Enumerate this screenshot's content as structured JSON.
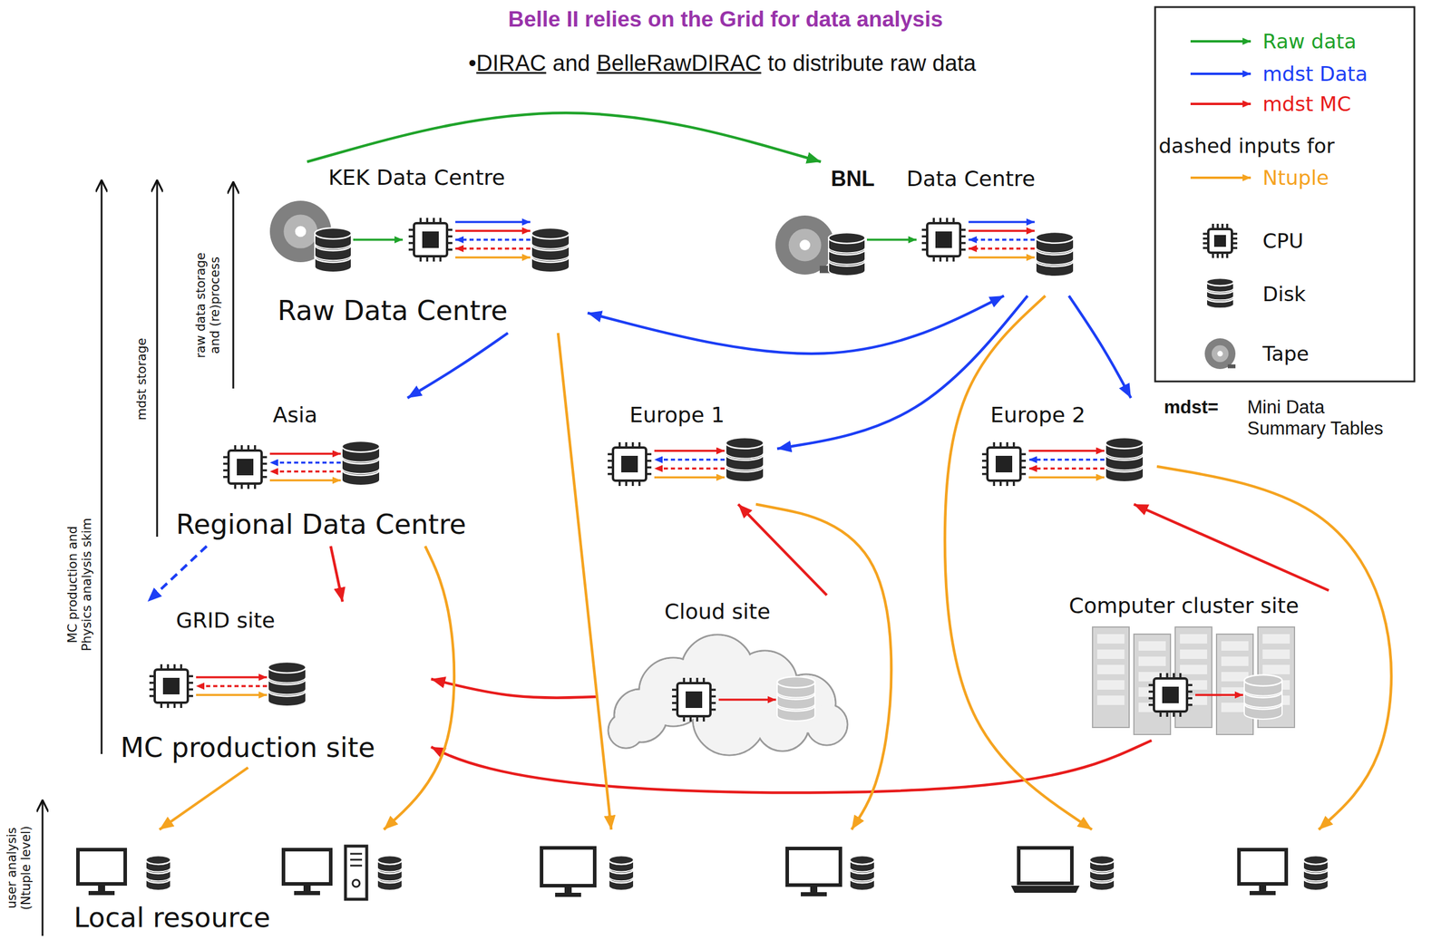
{
  "diagram": {
    "title": "Belle II relies on the Grid for data analysis",
    "nodes": [
      {
        "text": [
          "KEK Data Centre",
          "Raw Data Centre"
        ]
      },
      {
        "text": [
          "BNL",
          "Data Centre"
        ]
      },
      {
        "text": [
          "Asia",
          "Regional Data Centre"
        ]
      },
      {
        "text": [
          "Europe 1"
        ]
      },
      {
        "text": [
          "Europe 2"
        ]
      },
      {
        "text": [
          "GRID site",
          "MC production site"
        ]
      },
      {
        "text": [
          "Cloud site"
        ]
      },
      {
        "text": [
          "Computer cluster site"
        ]
      },
      {
        "text": [
          "Local resource"
        ]
      }
    ],
    "edges": [
      {
        "from": 0,
        "to": 1,
        "arrow": "to"
      },
      {
        "from": 1,
        "to": 0,
        "arrow": "both"
      },
      {
        "from": 0,
        "to": 2,
        "arrow": "to"
      },
      {
        "from": 1,
        "to": 3,
        "arrow": "to"
      },
      {
        "from": 1,
        "to": 4,
        "arrow": "to"
      },
      {
        "from": 2,
        "to": 5,
        "arrow": "to"
      },
      {
        "from": 2,
        "to": 5,
        "arrow": "to"
      },
      {
        "from": 6,
        "to": 3,
        "arrow": "to"
      },
      {
        "from": 7,
        "to": 4,
        "arrow": "to"
      },
      {
        "from": 6,
        "to": 5,
        "arrow": "to"
      },
      {
        "from": 7,
        "to": 5,
        "arrow": "to"
      },
      {
        "from": 0,
        "to": 8,
        "arrow": "to"
      },
      {
        "from": 1,
        "to": 8,
        "arrow": "to"
      },
      {
        "from": 2,
        "to": 8,
        "arrow": "to"
      },
      {
        "from": 3,
        "to": 8,
        "arrow": "to"
      },
      {
        "from": 4,
        "to": 8,
        "arrow": "to"
      },
      {
        "from": 5,
        "to": 8,
        "arrow": "to"
      }
    ],
    "labels": [
      "•",
      "DIRAC",
      "and",
      "BelleRawDIRAC",
      "to distribute raw data",
      "raw data storage and (re)process",
      "mdst storage",
      "MC production and Physics analysis skim",
      "user analysis (Ntuple level)",
      "dashed inputs for",
      "mdst=",
      "Mini Data Summary Tables"
    ],
    "legend": [
      {
        "text": "Raw data",
        "color": "#1fa32a"
      },
      {
        "text": "mdst Data",
        "color": "#1c3ef5"
      },
      {
        "text": "mdst MC",
        "color": "#e81c1c"
      },
      {
        "text": "Ntuple",
        "color": "#f5a31f"
      },
      {
        "text": "CPU"
      },
      {
        "text": "Disk"
      },
      {
        "text": "Tape"
      }
    ]
  }
}
